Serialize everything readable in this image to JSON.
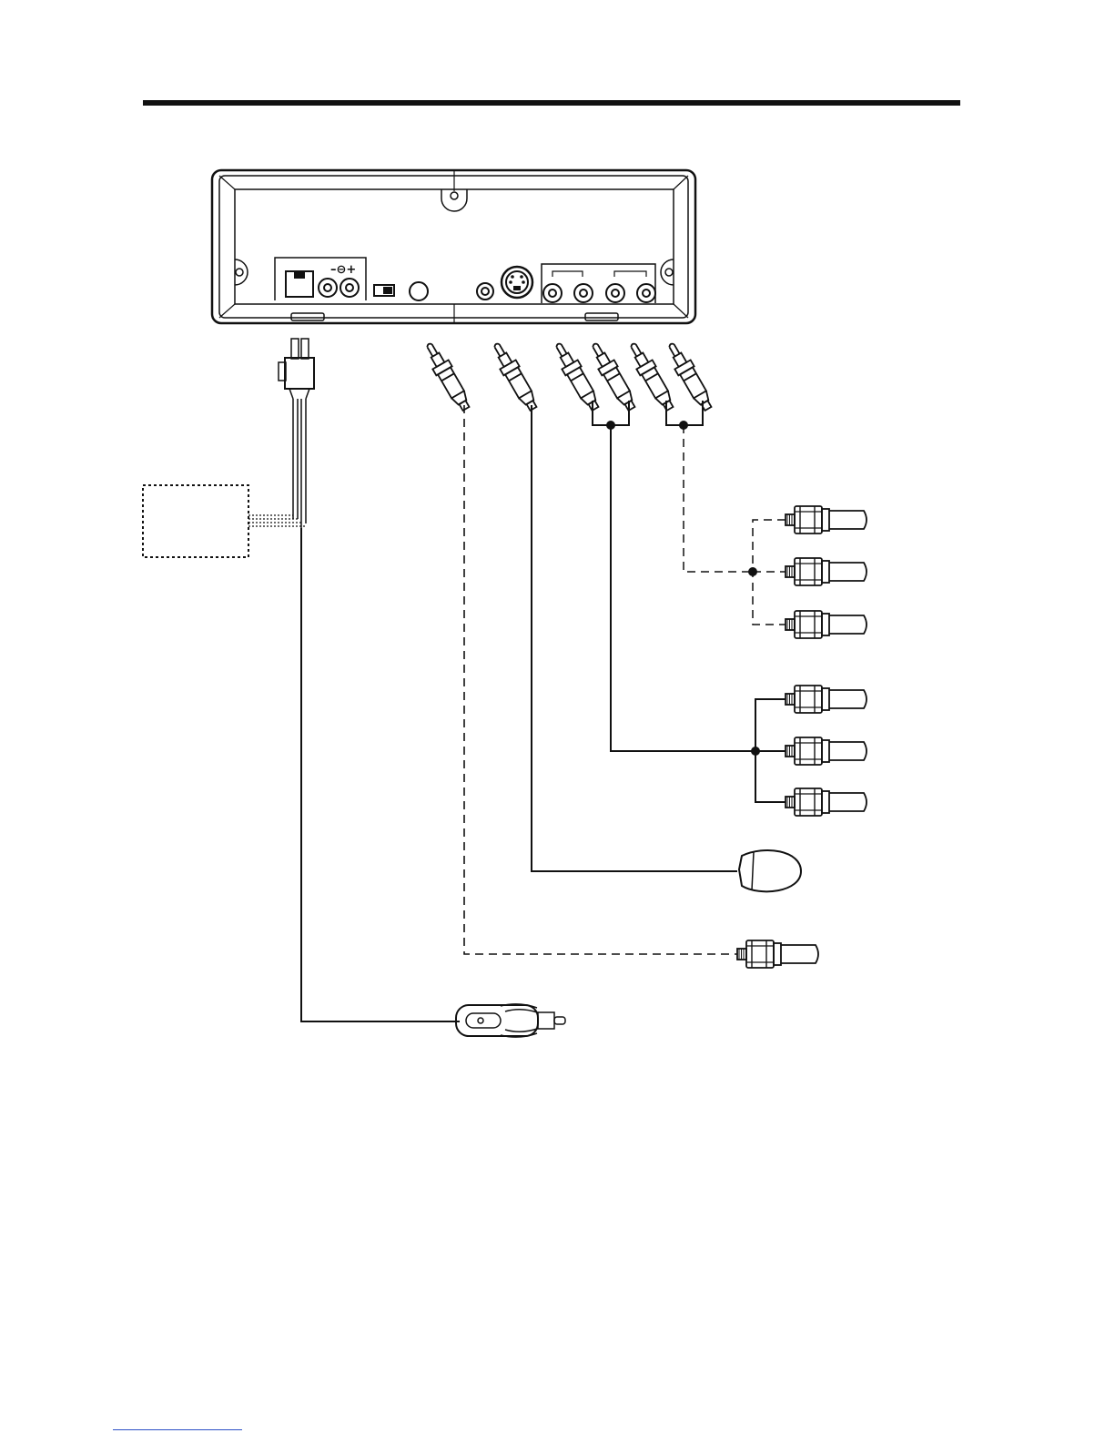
{
  "colors": {
    "ink": "#111111",
    "background": "#ffffff",
    "page_rule": "#2b4fc7"
  },
  "device": {
    "name": "rear-panel",
    "dc_polarity_symbol": "–⊖+",
    "jacks": [
      {
        "name": "phone-jack",
        "kind": "modular"
      },
      {
        "name": "dc-in-jack",
        "kind": "round"
      },
      {
        "name": "dc-in-jack-2",
        "kind": "round"
      },
      {
        "name": "slide-switch",
        "kind": "switch"
      },
      {
        "name": "round-jack",
        "kind": "round"
      },
      {
        "name": "small-jack",
        "kind": "round"
      },
      {
        "name": "s-video-jack",
        "kind": "s-video"
      },
      {
        "name": "av-jack-1",
        "kind": "round"
      },
      {
        "name": "av-jack-2",
        "kind": "round"
      },
      {
        "name": "av-jack-3",
        "kind": "round"
      },
      {
        "name": "av-jack-4",
        "kind": "round"
      }
    ]
  },
  "cables": [
    {
      "name": "power-cable",
      "style": "solid",
      "to": "cigarette-lighter-plug"
    },
    {
      "name": "cable-1",
      "style": "dashed",
      "to": "single-rca-plug"
    },
    {
      "name": "cable-2",
      "style": "solid",
      "to": "ir-sensor"
    },
    {
      "name": "cable-3",
      "style": "solid",
      "to": "rca-plug-group-solid"
    },
    {
      "name": "cable-4",
      "style": "dashed",
      "to": "rca-plug-group-dashed"
    }
  ],
  "optional_box": {
    "style": "dotted"
  }
}
